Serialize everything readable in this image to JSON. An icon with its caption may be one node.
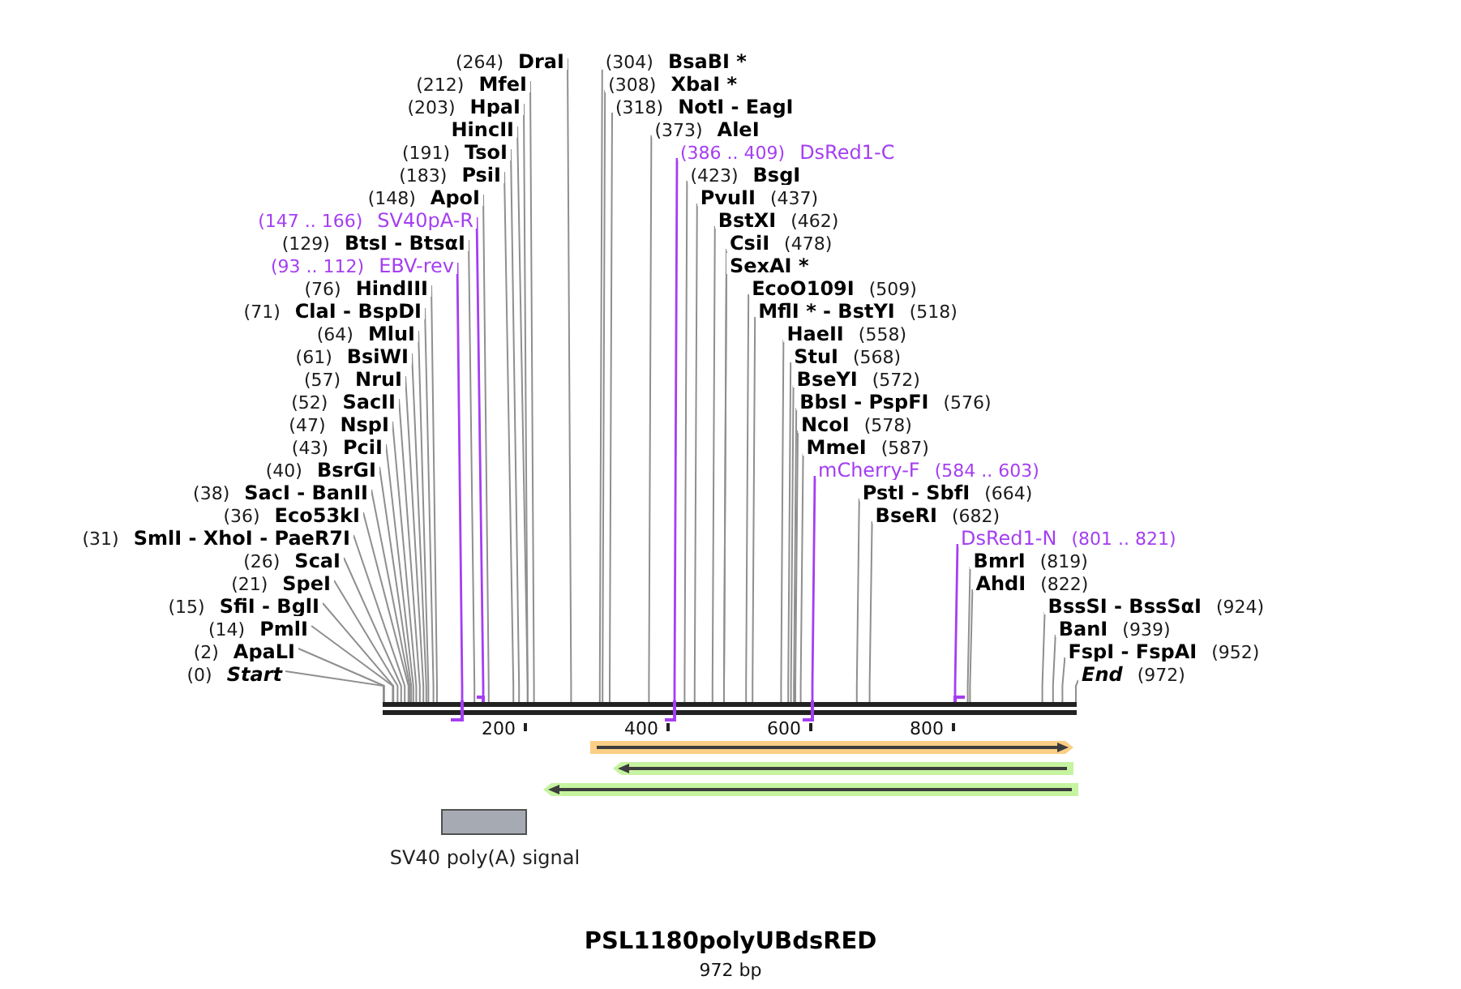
{
  "diagram": {
    "title": "PSL1180polyUBdsRED",
    "caption": "972 bp",
    "nodes": [
      {
        "text": [
          "(183)",
          "PsiI"
        ]
      },
      {
        "text": [
          "(148)",
          "ApoI"
        ]
      },
      {
        "text": [
          "(147 .. 166)",
          "SV40pA-R"
        ]
      },
      {
        "text": [
          "(129)",
          "BtsI - BtsαI"
        ]
      },
      {
        "text": [
          "(93 .. 112)",
          "EBV-rev"
        ]
      },
      {
        "text": [
          "(76)",
          "HindIII"
        ]
      },
      {
        "text": [
          "(71)",
          "ClaI - BspDI"
        ]
      },
      {
        "text": [
          "(64)",
          "MluI"
        ]
      },
      {
        "text": [
          "(61)",
          "BsiWI"
        ]
      },
      {
        "text": [
          "(57)",
          "NruI"
        ]
      },
      {
        "text": [
          "(52)",
          "SacII"
        ]
      },
      {
        "text": [
          "(47)",
          "NspI"
        ]
      },
      {
        "text": [
          "(43)",
          "PciI"
        ]
      },
      {
        "text": [
          "(40)",
          "BsrGI"
        ]
      },
      {
        "text": [
          "(38)",
          "SacI - BanII"
        ]
      },
      {
        "text": [
          "(36)",
          "Eco53kI"
        ]
      },
      {
        "text": [
          "(31)",
          "SmlI - XhoI - PaeR7I"
        ]
      },
      {
        "text": [
          "(26)",
          "ScaI"
        ]
      },
      {
        "text": [
          "(21)",
          "SpeI"
        ]
      },
      {
        "text": [
          "(15)",
          "SfiI - BglI"
        ]
      },
      {
        "text": [
          "(14)",
          "PmlI"
        ]
      },
      {
        "text": [
          "(2)",
          "ApaLI"
        ]
      },
      {
        "text": [
          "(0)",
          "Start"
        ]
      },
      {
        "text": [
          "(423)",
          "BsgI"
        ]
      },
      {
        "text": [
          "(386 .. 409)",
          "DsRed1-C"
        ]
      },
      {
        "text": [
          "(373)",
          "AleI"
        ]
      },
      {
        "text": [
          "(318)",
          "NotI - EagI"
        ]
      },
      {
        "text": [
          "(308)",
          "XbaI *"
        ]
      },
      {
        "text": [
          "(304)",
          "BsaBI *"
        ]
      },
      {
        "text": [
          "(264)",
          "DraI"
        ]
      },
      {
        "text": [
          "(212)",
          "MfeI"
        ]
      },
      {
        "text": [
          "(203)",
          "HpaI"
        ]
      },
      {
        "text": [
          "HincII"
        ]
      },
      {
        "text": [
          "(191)",
          "TsoI"
        ]
      },
      {
        "text": [
          "StuI",
          "(568)"
        ]
      },
      {
        "text": [
          "BseYI",
          "(572)"
        ]
      },
      {
        "text": [
          "BbsI - PspFI",
          "(576)"
        ]
      },
      {
        "text": [
          "NcoI",
          "(578)"
        ]
      },
      {
        "text": [
          "MmeI",
          "(587)"
        ]
      },
      {
        "text": [
          "mCherry-F",
          "(584 .. 603)"
        ]
      },
      {
        "text": [
          "PstI - SbfI",
          "(664)"
        ]
      },
      {
        "text": [
          "BseRI",
          "(682)"
        ]
      },
      {
        "text": [
          "PvuII",
          "(437)"
        ]
      },
      {
        "text": [
          "BstXI",
          "(462)"
        ]
      },
      {
        "text": [
          "CsiI",
          "(478)"
        ]
      },
      {
        "text": [
          "SexAI *"
        ]
      },
      {
        "text": [
          "EcoO109I",
          "(509)"
        ]
      },
      {
        "text": [
          "MflI * - BstYI",
          "(518)"
        ]
      },
      {
        "text": [
          "HaeII",
          "(558)"
        ]
      },
      {
        "text": [
          "DsRed1-N",
          "(801 .. 821)"
        ]
      },
      {
        "text": [
          "BmrI",
          "(819)"
        ]
      },
      {
        "text": [
          "AhdI",
          "(822)"
        ]
      },
      {
        "text": [
          "BssSI - BssSαI",
          "(924)"
        ]
      },
      {
        "text": [
          "BanI",
          "(939)"
        ]
      },
      {
        "text": [
          "FspI - FspAI",
          "(952)"
        ]
      },
      {
        "text": [
          "End",
          "(972)"
        ]
      },
      {
        "text": [],
        "shape": "bar"
      },
      {
        "text": [],
        "shape": "bracket"
      },
      {
        "text": [],
        "shape": "bracket"
      },
      {
        "text": [],
        "shape": "bracket"
      },
      {
        "text": [],
        "shape": "bracket"
      },
      {
        "text": [],
        "shape": "bracket"
      },
      {
        "text": [],
        "shape": "arrow"
      },
      {
        "text": [],
        "shape": "arrow"
      },
      {
        "text": [],
        "shape": "arrow"
      },
      {
        "text": [],
        "shape": "box",
        "beside": [
          "SV40 poly(A) signal"
        ]
      }
    ],
    "edges": [
      {
        "from": 0,
        "to": 56,
        "arrow": "none"
      },
      {
        "from": 1,
        "to": 56,
        "arrow": "none"
      },
      {
        "from": 2,
        "to": 58,
        "arrow": "none",
        "color": "#a43ef2"
      },
      {
        "from": 3,
        "to": 56,
        "arrow": "none"
      },
      {
        "from": 4,
        "to": 57,
        "arrow": "none",
        "color": "#a43ef2"
      },
      {
        "from": 5,
        "to": 56,
        "arrow": "none"
      },
      {
        "from": 6,
        "to": 56,
        "arrow": "none"
      },
      {
        "from": 7,
        "to": 56,
        "arrow": "none"
      },
      {
        "from": 8,
        "to": 56,
        "arrow": "none"
      },
      {
        "from": 9,
        "to": 56,
        "arrow": "none"
      },
      {
        "from": 10,
        "to": 56,
        "arrow": "none"
      },
      {
        "from": 11,
        "to": 56,
        "arrow": "none"
      },
      {
        "from": 12,
        "to": 56,
        "arrow": "none"
      },
      {
        "from": 13,
        "to": 56,
        "arrow": "none"
      },
      {
        "from": 14,
        "to": 56,
        "arrow": "none"
      },
      {
        "from": 15,
        "to": 56,
        "arrow": "none"
      },
      {
        "from": 16,
        "to": 56,
        "arrow": "none"
      },
      {
        "from": 17,
        "to": 56,
        "arrow": "none"
      },
      {
        "from": 18,
        "to": 56,
        "arrow": "none"
      },
      {
        "from": 19,
        "to": 56,
        "arrow": "none"
      },
      {
        "from": 20,
        "to": 56,
        "arrow": "none"
      },
      {
        "from": 21,
        "to": 56,
        "arrow": "none"
      },
      {
        "from": 22,
        "to": 56,
        "arrow": "none"
      },
      {
        "from": 23,
        "to": 56,
        "arrow": "none"
      },
      {
        "from": 24,
        "to": 59,
        "arrow": "none",
        "color": "#a43ef2"
      },
      {
        "from": 25,
        "to": 56,
        "arrow": "none"
      },
      {
        "from": 26,
        "to": 56,
        "arrow": "none"
      },
      {
        "from": 27,
        "to": 56,
        "arrow": "none"
      },
      {
        "from": 28,
        "to": 56,
        "arrow": "none"
      },
      {
        "from": 29,
        "to": 56,
        "arrow": "none"
      },
      {
        "from": 30,
        "to": 56,
        "arrow": "none"
      },
      {
        "from": 31,
        "to": 56,
        "arrow": "none"
      },
      {
        "from": 32,
        "to": 56,
        "arrow": "none"
      },
      {
        "from": 33,
        "to": 56,
        "arrow": "none"
      },
      {
        "from": 34,
        "to": 56,
        "arrow": "none"
      },
      {
        "from": 35,
        "to": 56,
        "arrow": "none"
      },
      {
        "from": 36,
        "to": 56,
        "arrow": "none"
      },
      {
        "from": 37,
        "to": 56,
        "arrow": "none"
      },
      {
        "from": 38,
        "to": 56,
        "arrow": "none"
      },
      {
        "from": 39,
        "to": 60,
        "arrow": "none",
        "color": "#a43ef2"
      },
      {
        "from": 40,
        "to": 56,
        "arrow": "none"
      },
      {
        "from": 41,
        "to": 56,
        "arrow": "none"
      },
      {
        "from": 42,
        "to": 56,
        "arrow": "none"
      },
      {
        "from": 43,
        "to": 56,
        "arrow": "none"
      },
      {
        "from": 44,
        "to": 56,
        "arrow": "none"
      },
      {
        "from": 45,
        "to": 56,
        "arrow": "none"
      },
      {
        "from": 46,
        "to": 56,
        "arrow": "none"
      },
      {
        "from": 47,
        "to": 56,
        "arrow": "none"
      },
      {
        "from": 48,
        "to": 56,
        "arrow": "none"
      },
      {
        "from": 49,
        "to": 61,
        "arrow": "none",
        "color": "#a43ef2"
      },
      {
        "from": 50,
        "to": 56,
        "arrow": "none"
      },
      {
        "from": 51,
        "to": 56,
        "arrow": "none"
      },
      {
        "from": 52,
        "to": 56,
        "arrow": "none"
      },
      {
        "from": 53,
        "to": 56,
        "arrow": "none"
      },
      {
        "from": 54,
        "to": 56,
        "arrow": "none"
      },
      {
        "from": 55,
        "to": 56,
        "arrow": "none"
      }
    ],
    "labels": [
      "200",
      "400",
      "600",
      "800"
    ]
  }
}
